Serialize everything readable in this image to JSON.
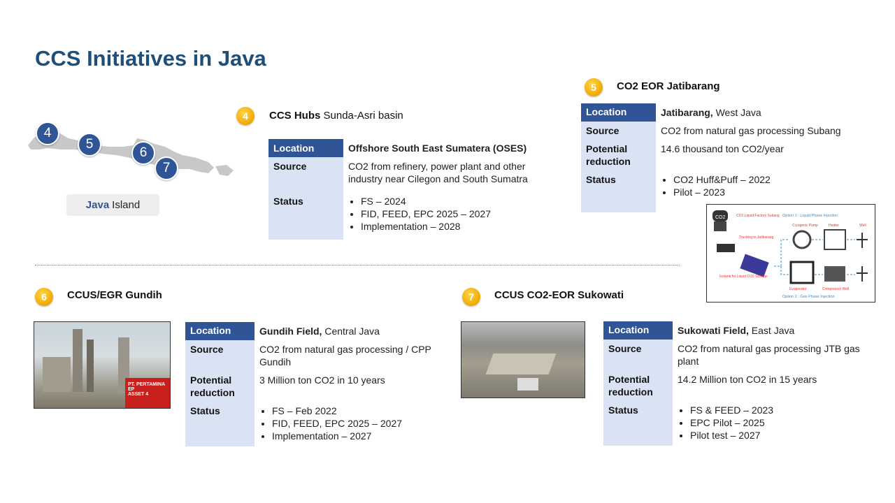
{
  "title": "CCS Initiatives in Java",
  "map": {
    "label_bold": "Java",
    "label_rest": "Island",
    "pins": [
      "4",
      "5",
      "6",
      "7"
    ]
  },
  "s4": {
    "num": "4",
    "title_bold": "CCS Hubs",
    "title_rest": "Sunda-Asri basin",
    "location_label": "Location",
    "location": "Offshore South East Sumatera (OSES)",
    "source_label": "Source",
    "source": "CO2 from refinery, power plant and other industry near Cilegon and South Sumatra",
    "status_label": "Status",
    "status": [
      "FS – 2024",
      "FID, FEED, EPC 2025 – 2027",
      "Implementation – 2028"
    ]
  },
  "s5": {
    "num": "5",
    "title": "CO2 EOR Jatibarang",
    "location_label": "Location",
    "location_bold": "Jatibarang,",
    "location_rest": "West Java",
    "source_label": "Source",
    "source": "CO2 from natural gas processing Subang",
    "potential_label": "Potential reduction",
    "potential": "14.6 thousand ton CO2/year",
    "status_label": "Status",
    "status": [
      "CO2 Huff&Puff – 2022",
      "Pilot – 2023"
    ],
    "diagram": {
      "factory": "CO2 Liquid Factory Subang",
      "trucking": "Trucking to Jatibarang",
      "isotank": "Isotank for Liquid CO2 Storage",
      "option1": "Option 1 : Liquid Phase Injection",
      "option2": "Option 2 : Gas Phase Injection",
      "pump": "Cryogenic Pump",
      "heater": "Heater",
      "well": "Well",
      "evaporator": "Evaporator",
      "compressor": "Compressor Well",
      "co2": "CO2"
    }
  },
  "s6": {
    "num": "6",
    "title": "CCUS/EGR Gundih",
    "location_label": "Location",
    "location_bold": "Gundih Field,",
    "location_rest": "Central Java",
    "source_label": "Source",
    "source": "CO2 from natural gas processing / CPP Gundih",
    "potential_label": "Potential reduction",
    "potential": "3 Million ton CO2 in 10 years",
    "status_label": "Status",
    "status": [
      "FS – Feb 2022",
      "FID, FEED, EPC 2025 – 2027",
      "Implementation – 2027"
    ],
    "photo_sign": "PT. PERTAMINA EP",
    "photo_sign2": "ASSET 4"
  },
  "s7": {
    "num": "7",
    "title": "CCUS CO2-EOR Sukowati",
    "location_label": "Location",
    "location_bold": "Sukowati Field,",
    "location_rest": "East Java",
    "source_label": "Source",
    "source": "CO2 from natural gas processing JTB gas plant",
    "potential_label": "Potential reduction",
    "potential": "14.2 Million ton CO2 in 15 years",
    "status_label": "Status",
    "status": [
      "FS & FEED – 2023",
      "EPC Pilot – 2025",
      "Pilot test – 2027"
    ]
  },
  "colors": {
    "title": "#1f4e79",
    "header": "#2f5597",
    "label_bg": "#dae3f3",
    "badge": "#f0a800"
  }
}
